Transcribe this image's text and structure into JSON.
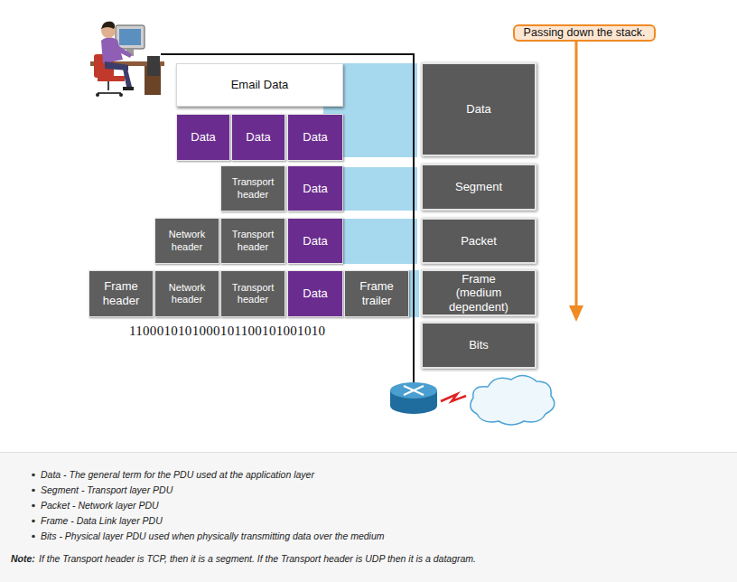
{
  "diagram": {
    "nodes": [
      {
        "text": [
          "Passing down the stack."
        ]
      },
      {
        "text": [
          "Email Data"
        ]
      },
      {
        "text": [
          "Data"
        ]
      },
      {
        "text": [
          "Data"
        ]
      },
      {
        "text": [
          "Data"
        ]
      },
      {
        "text": [
          "Data"
        ]
      },
      {
        "text": [
          "Transport header"
        ]
      },
      {
        "text": [
          "Data"
        ]
      },
      {
        "text": [
          "Segment"
        ]
      },
      {
        "text": [
          "Network header"
        ]
      },
      {
        "text": [
          "Transport header"
        ]
      },
      {
        "text": [
          "Data"
        ]
      },
      {
        "text": [
          "Packet"
        ]
      },
      {
        "text": [
          "Frame header"
        ]
      },
      {
        "text": [
          "Network header"
        ]
      },
      {
        "text": [
          "Transport header"
        ]
      },
      {
        "text": [
          "Data"
        ]
      },
      {
        "text": [
          "Frame trailer"
        ]
      },
      {
        "text": [
          "Frame (medium dependent)"
        ]
      },
      {
        "text": [
          "Bits"
        ]
      }
    ],
    "labels": [
      "1100010101000101100101001010",
      "Data - The general term for the PDU used at the application layer",
      "Segment - Transport layer PDU",
      "Packet - Network layer PDU",
      "Frame - Data Link layer PDU",
      "Bits - Physical layer PDU used when physically transmitting data over the medium",
      "Note:",
      "If the Transport header is TCP, then it is a segment. If the Transport header is UDP then it is a datagram."
    ]
  }
}
